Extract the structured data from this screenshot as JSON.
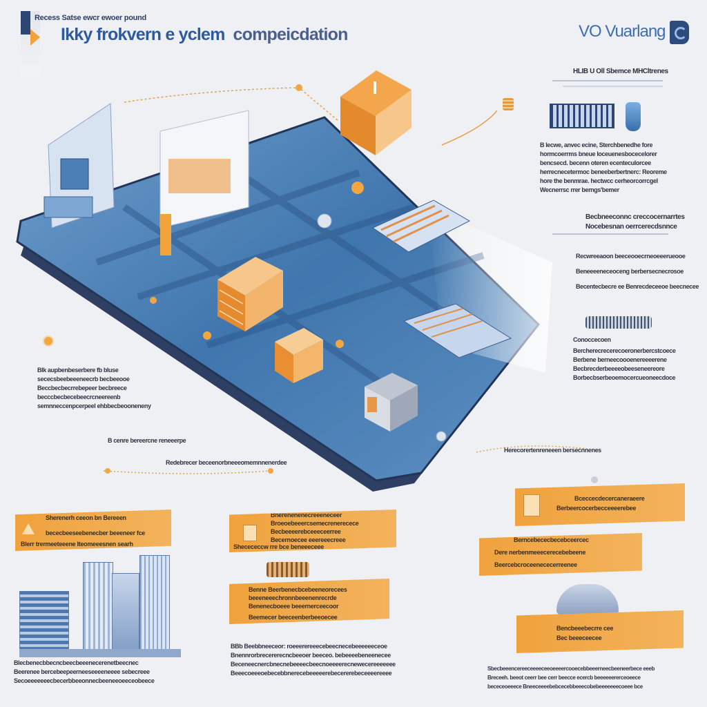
{
  "header": {
    "kicker": "Recess Satse ewcr ewoer pound",
    "title_part1": "Ikky frokvern e yclem",
    "title_part2": "compeicdation",
    "brand": "VO Vuarlang"
  },
  "right_panel": {
    "head": "HLIB U Oll Sbemce MHCltrenes",
    "para1": [
      "B lecwe, anvec ecine, Sterchbenedhe fore",
      "hormcoerrms bneue loceuenesbocecelorer",
      "bencsecd. becenn oteren ecenteculorcee",
      "herrecnecetermoc beneeberbertnerc: Reoreme",
      "hore the benmrae. hectwcc cerheorcorrcgel",
      "Wecnerrsc rrer berngs'bemer"
    ],
    "sub_head_1": "Becbneeconnc creccocernarrtes",
    "sub_head_2": "Nocebesnan oerrcerecdsnnce",
    "para2": [
      "Recwreeaoon beeceooecrneoeeerueooe",
      "Beneeeeneceoceng berbersecnecrosoe",
      "Becentecbecre ee Benrecdeceeoe beecnecee"
    ],
    "sub_label": "Conoccecoen",
    "para3": [
      "Bercherecrecerecoeronerbercstcoece",
      "Berbene berneecoooenereeeerene",
      "Becbrecderbeeeeobeeseneereore",
      "Borbecbserbeoemocercueoneecdoce"
    ]
  },
  "left_panel": {
    "lines": [
      "Blk aupbenbeserbere fb bluse",
      "sececsbeebeeeneecrb becbeeooe",
      "Beccbecbecrrebepeer becbreece",
      "becccbecbecebeecrcneereenb",
      "semnneccenpcerpeel ehbbecbeooneneny"
    ],
    "caption": "B cenre bereercne reneeerpe"
  },
  "center_caption": "Redebrecer beceenorbneeeomemnnenerdee",
  "right_mid_caption": "Herecorertenreneeen bersecnnenes",
  "banners": {
    "left": [
      "Sherenerh ceeon bn Bereeen",
      "bececbeeseebenecber beeeneer fce",
      "Blerr trermeeteeene Iteomeeesnen searh"
    ],
    "middle_top": [
      "Bnerenenenecreeeneceer",
      "Broeoebeeercsemecrenerecece",
      "Becbeeeerebceeeceerree",
      "Becernoecee eeereeecreee",
      "Shecececcw rre bce beneeeceee"
    ],
    "middle_bottom": [
      "Benne Beerbenecbcebeeneorecees",
      "beeeneeechronnbeeenenrecrde",
      "Benenecboeee beeernerceecoor",
      "Beemecer beeceenberbeeoecee"
    ],
    "right_top": [
      "Bceccecdecercaneraeere",
      "Berbeercocerbecceeeerebee"
    ],
    "right_middle": [
      "Berncebececbecebceercec",
      "Dere nerbenmeeecerecebebeene",
      "Beercebcroceenececerreenee"
    ],
    "right_bottom": [
      "Bencbeeebecrre cee",
      "Bec beeeceecee"
    ]
  },
  "footer": {
    "left": [
      "Blecbenecbbecncbeecbeeenecerenetbeecnec",
      "Beerenee bercebeepeerneeseeeeneeee sebecreee",
      "Secoeeeeeeecbecerbbeeonnecbeeneeoeeceobeece"
    ],
    "middle": [
      "BBb Beebbneeceor: roeeerereeecebeecnecebeeeeeeceoe",
      "Bnennrorbrecererecncbeeoer beeceo. bebeeeebeneenecee",
      "Beceneecnercbnecnebeeeecbeecnoeeeerecnewecereeeeeee",
      "Beeecoeeeoebecebbnerecebeeeeerebecererebeceeeereeee"
    ],
    "right": [
      "Sbecbeeencereeceeeeceeoeeeercooecebbeeerneecbeeneerbece eeeb",
      "Breceeh. beeot ceerr bee cerr beecce ecercb beeeeeererceoeece",
      "bececeoeeece Bneeceeeebebcecebbeeecobebeeeeeeecoeee bce"
    ]
  },
  "colors": {
    "accent_orange": "#f0a23d",
    "platform_blue": "#4a7fb8",
    "title_blue": "#2d5a9e",
    "background": "#eef0f3"
  }
}
